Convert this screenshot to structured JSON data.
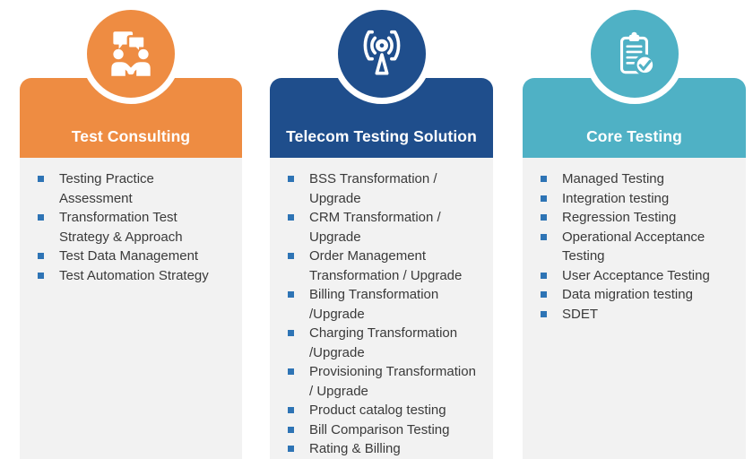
{
  "columns": [
    {
      "id": "test-consulting",
      "title": "Test Consulting",
      "color": "#EE8C42",
      "icon": "people-meeting-icon",
      "items": [
        "Testing Practice Assessment",
        "Transformation Test Strategy & Approach",
        "Test Data Management",
        "Test Automation Strategy"
      ]
    },
    {
      "id": "telecom-testing-solution",
      "title": "Telecom Testing Solution",
      "color": "#1F4E8C",
      "icon": "broadcast-antenna-icon",
      "items": [
        "BSS Transformation / Upgrade",
        "CRM Transformation / Upgrade",
        "Order Management Transformation / Upgrade",
        "Billing Transformation /Upgrade",
        "Charging Transformation /Upgrade",
        "Provisioning Transformation / Upgrade",
        "Product catalog testing",
        "Bill Comparison Testing",
        "Rating & Billing"
      ]
    },
    {
      "id": "core-testing",
      "title": "Core Testing",
      "color": "#4FB1C5",
      "icon": "clipboard-check-icon",
      "items": [
        "Managed Testing",
        "Integration testing",
        "Regression Testing",
        "Operational Acceptance Testing",
        "User Acceptance Testing",
        "Data migration testing",
        "SDET"
      ]
    }
  ],
  "styles": {
    "bullet_color": "#2E74B5",
    "body_bg": "#F2F2F2",
    "text_color": "#3A3A3A",
    "header_text_color": "#FFFFFF"
  }
}
